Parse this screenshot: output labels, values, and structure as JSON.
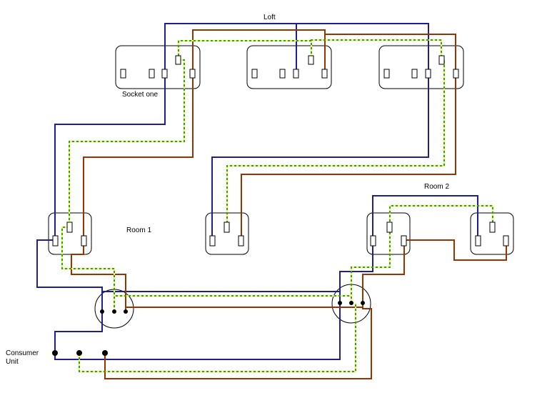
{
  "labels": {
    "loft": "Loft",
    "socket_one": "Socket one",
    "room1": "Room 1",
    "room2": "Room 2",
    "consumer_unit_line1": "Consumer",
    "consumer_unit_line2": "Unit"
  },
  "colors": {
    "live": "#993300",
    "neutral": "#1f1f8f",
    "earth_base": "#e8ff3a",
    "earth_dash": "#2e9e2e"
  }
}
